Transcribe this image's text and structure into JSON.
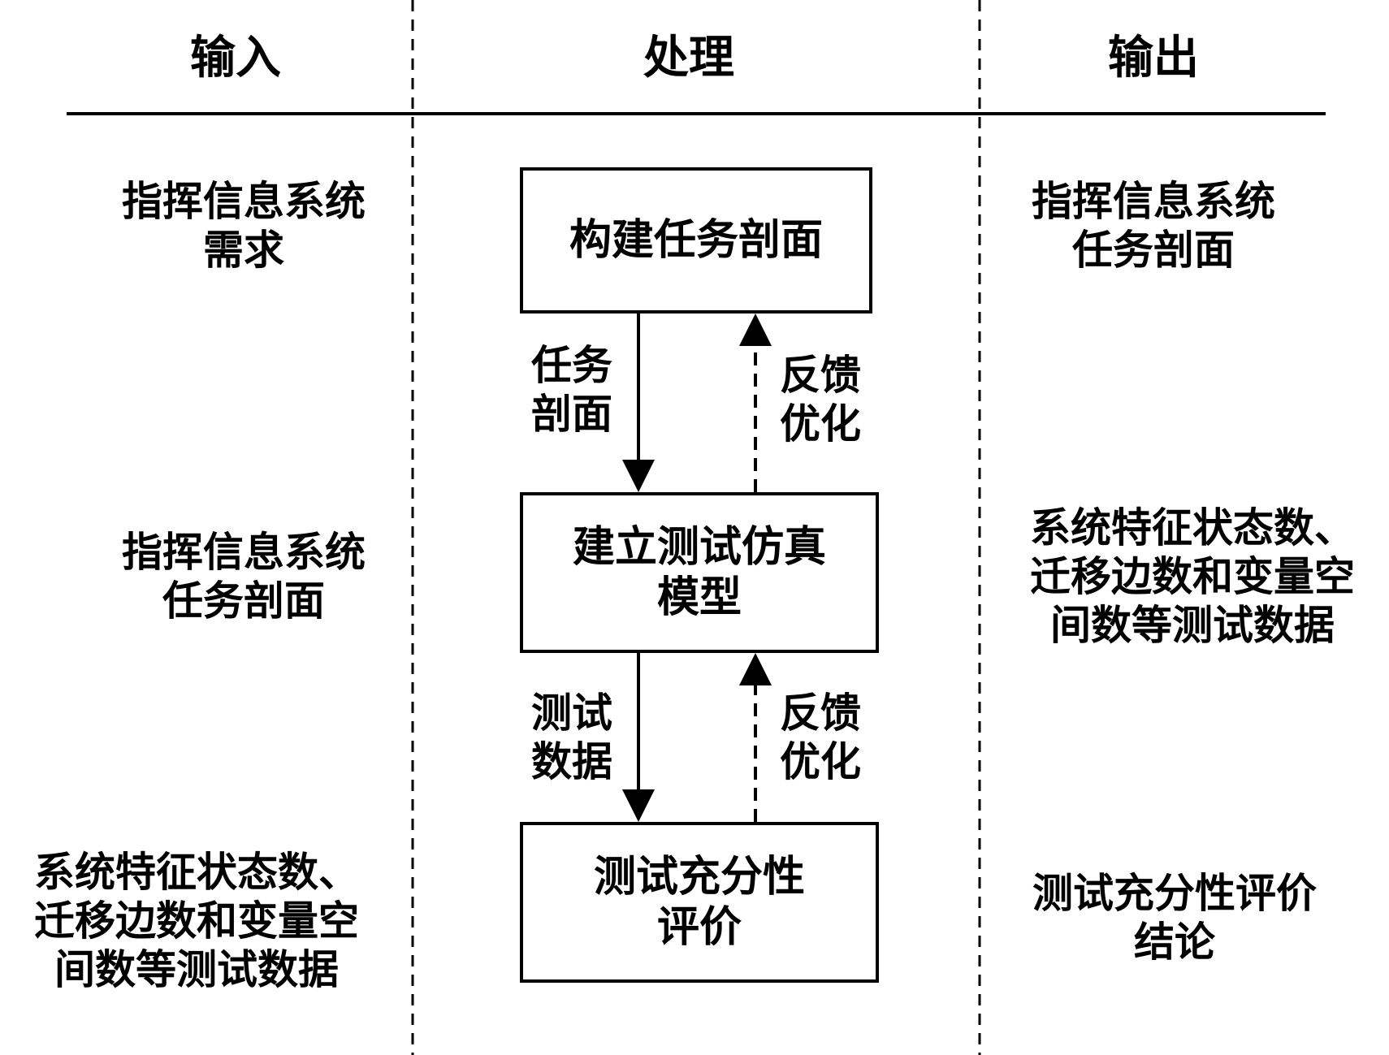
{
  "headers": {
    "input": "输入",
    "process": "处理",
    "output": "输出"
  },
  "input": {
    "row1": "指挥信息系统\n需求",
    "row2": "指挥信息系统\n任务剖面",
    "row3": "系统特征状态数、\n迁移边数和变量空\n间数等测试数据"
  },
  "boxes": {
    "box1": "构建任务剖面",
    "box2": "建立测试仿真\n模型",
    "box3": "测试充分性\n评价"
  },
  "arrows": {
    "down1": "任务\n剖面",
    "up1": "反馈\n优化",
    "down2": "测试\n数据",
    "up2": "反馈\n优化"
  },
  "output": {
    "row1": "指挥信息系统\n任务剖面",
    "row2": "系统特征状态数、\n迁移边数和变量空\n间数等测试数据",
    "row3": "测试充分性评价\n结论"
  }
}
